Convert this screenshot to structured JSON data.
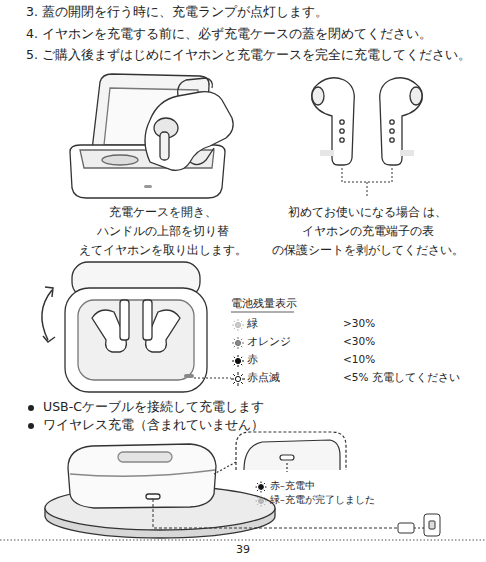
{
  "diagram": {
    "labels": [
      "3. 蓋の開閉を行う時に、充電ランプが点灯します。",
      "4. イヤホンを充電する前に、必ず充電ケースの蓋を閉めてください。",
      "5. ご購入後まずはじめにイヤホンと充電ケースを完全に充電してください。",
      "充電ケースを開き、 ハンドルの上部を切り替 えてイヤホンを取り出します。",
      "初めてお使いになる場合 は、イヤホンの充電端子の表 の保護シートを剥がしてください。",
      "電池残量表示",
      "緑",
      ">30%",
      "オレンジ",
      "<30%",
      "赤",
      "<10%",
      "赤点滅",
      "<5% 充電してください",
      "USB-Cケーブルを接続して充電します",
      "ワイヤレス充電（含まれていません）",
      "赤–充電中",
      "緑–充電が完了しました",
      "39"
    ]
  }
}
